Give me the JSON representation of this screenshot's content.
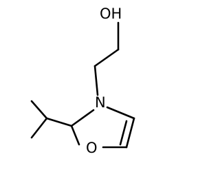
{
  "molecule": {
    "atoms": {
      "hydroxyl": "OH",
      "nitrogen": "N",
      "ring_oxygen": "O"
    }
  }
}
